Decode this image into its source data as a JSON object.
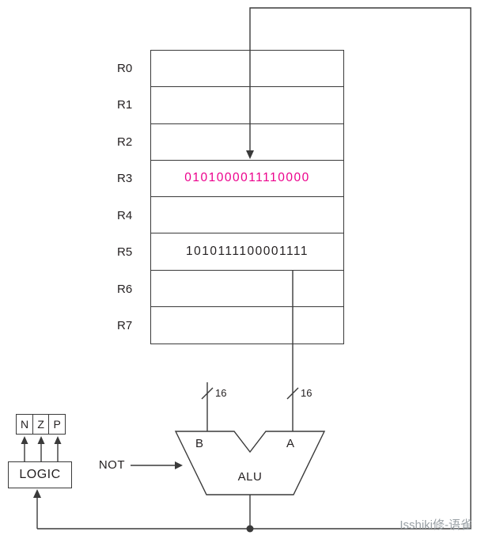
{
  "registers": {
    "labels": [
      "R0",
      "R1",
      "R2",
      "R3",
      "R4",
      "R5",
      "R6",
      "R7"
    ],
    "values": [
      "",
      "",
      "",
      "0101000011110000",
      "",
      "1010111100001111",
      "",
      ""
    ],
    "highlight_index": 3,
    "highlight_color": "#ec008c"
  },
  "alu": {
    "label": "ALU",
    "input_b_label": "B",
    "input_a_label": "A",
    "bus_width_b": "16",
    "bus_width_a": "16",
    "not_label": "NOT"
  },
  "condition_codes": {
    "flags": [
      "N",
      "Z",
      "P"
    ],
    "logic_label": "LOGIC"
  },
  "watermark": "Isshiki修-语雀"
}
